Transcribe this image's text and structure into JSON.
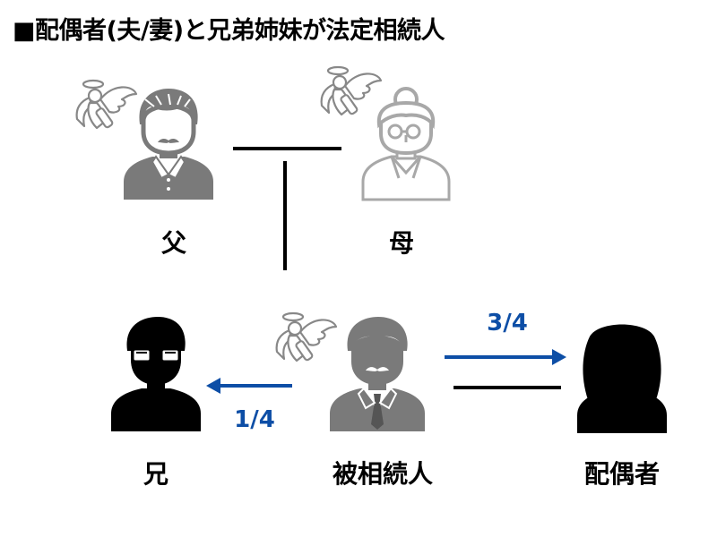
{
  "title": "■配偶者(夫/妻)と兄弟姉妹が法定相続人",
  "people": {
    "father": {
      "label": "父"
    },
    "mother": {
      "label": "母"
    },
    "brother": {
      "label": "兄"
    },
    "deceased": {
      "label": "被相続人"
    },
    "spouse": {
      "label": "配偶者"
    }
  },
  "shares": {
    "spouse": "3/4",
    "brother": "1/4"
  },
  "colors": {
    "arrow": "#0d4ea6",
    "gray_dark": "#7a7a7a",
    "gray_light": "#a8a8a8",
    "black": "#000000"
  }
}
